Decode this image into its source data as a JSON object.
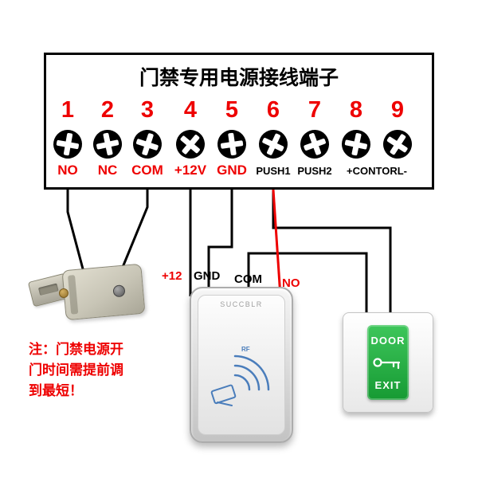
{
  "colors": {
    "red": "#ee0000",
    "black": "#000000",
    "green": "#169a33",
    "reader_blue": "#4a7dbb"
  },
  "panel": {
    "title": "门禁专用电源接线端子",
    "numbers": [
      "1",
      "2",
      "3",
      "4",
      "5",
      "6",
      "7",
      "8",
      "9"
    ],
    "labels": [
      "NO",
      "NC",
      "COM",
      "+12V",
      "GND",
      "PUSH1",
      "PUSH2",
      "+CONTORL-"
    ]
  },
  "wire_labels": {
    "v12": "+12",
    "gnd": "GND",
    "com": "COM",
    "no": "NO"
  },
  "reader": {
    "brand": "SUCCBLR",
    "rf_label": "RF"
  },
  "exit_button": {
    "top": "DOOR",
    "bottom": "EXIT"
  },
  "note": {
    "lines": [
      "注：门禁电源开",
      "门时间需提前调",
      "到最短！"
    ]
  }
}
